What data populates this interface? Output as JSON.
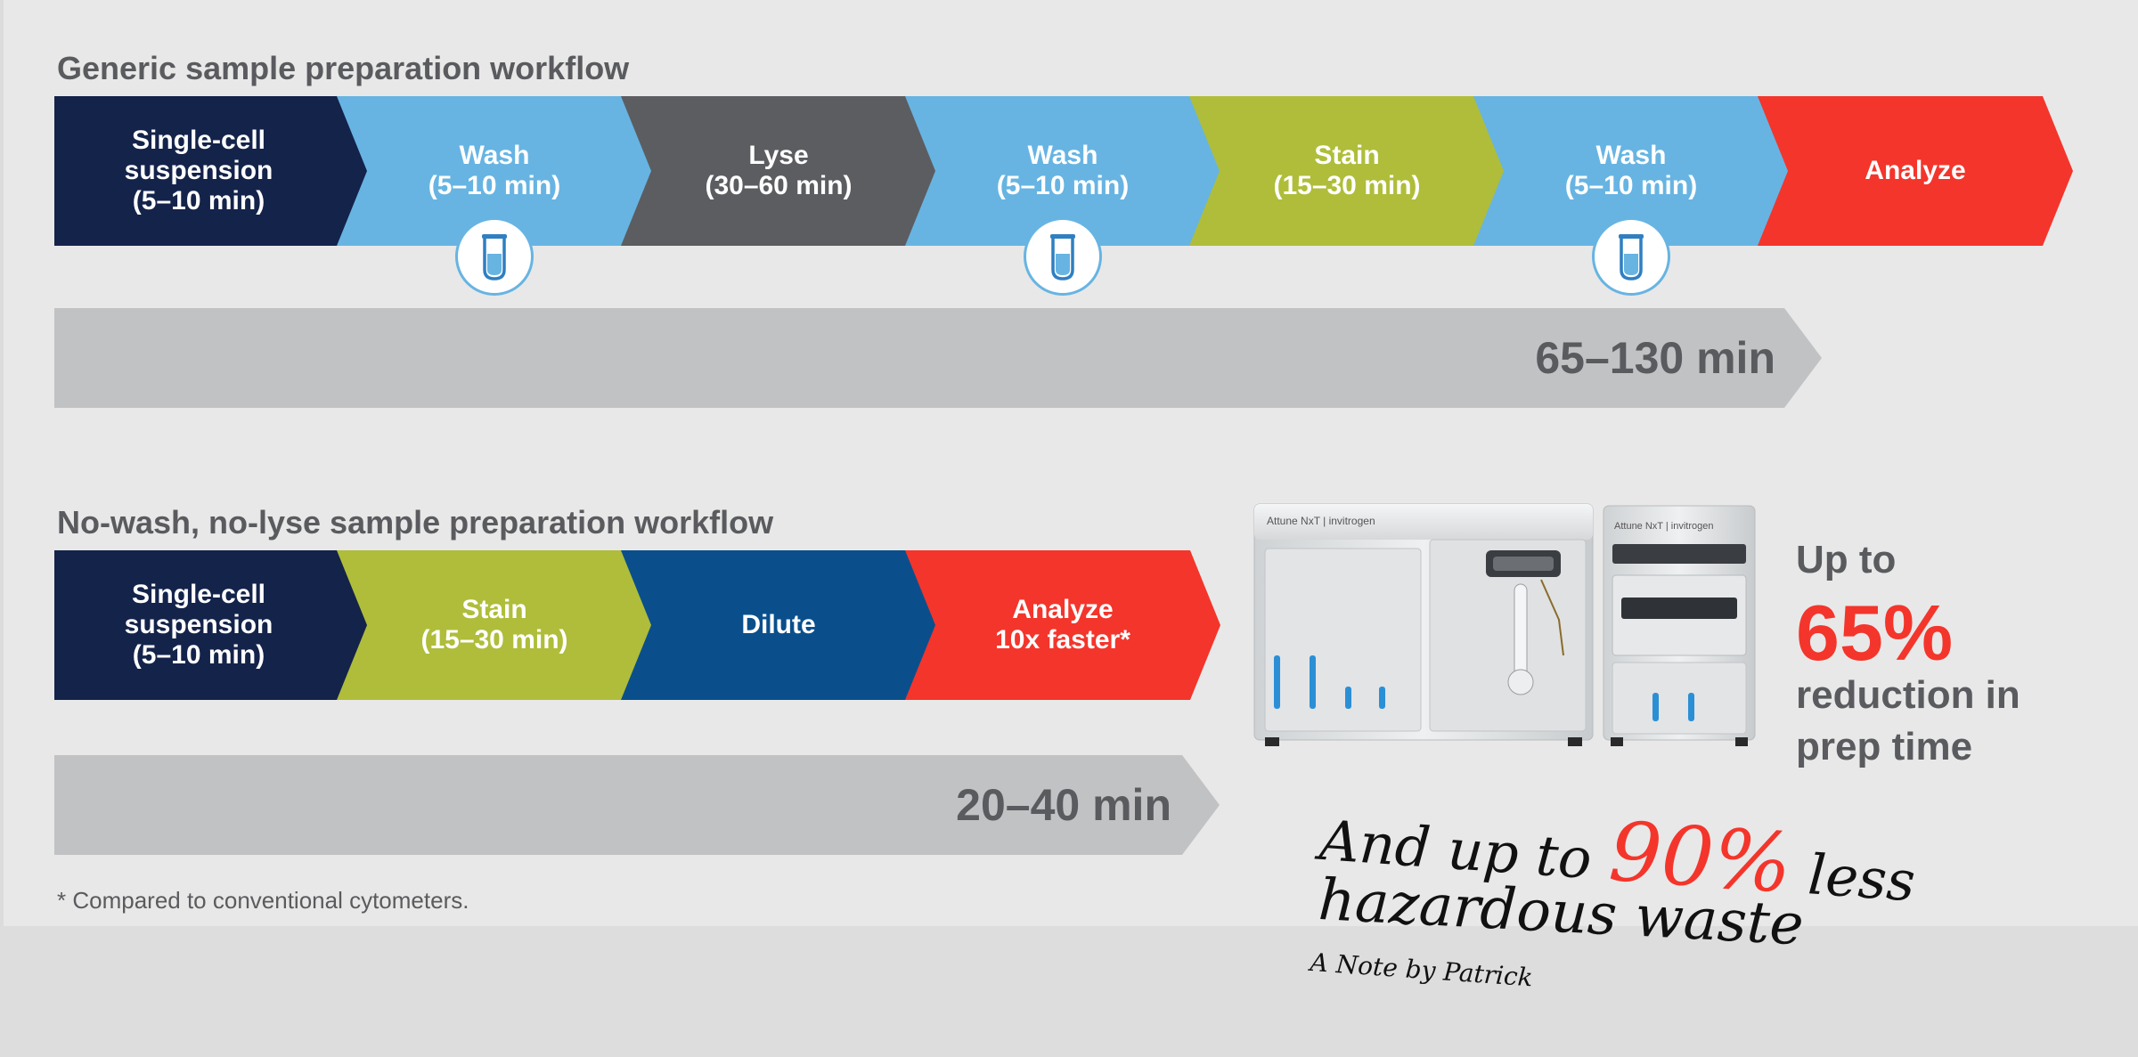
{
  "generic": {
    "title": "Generic sample preparation workflow",
    "steps": [
      {
        "label": "Single-cell\nsuspension\n(5–10 min)",
        "color": "#14234a"
      },
      {
        "label": "Wash\n(5–10 min)",
        "color": "#67b4e2"
      },
      {
        "label": "Lyse\n(30–60 min)",
        "color": "#5c5d61"
      },
      {
        "label": "Wash\n(5–10 min)",
        "color": "#67b4e2"
      },
      {
        "label": "Stain\n(15–30 min)",
        "color": "#afbd3a"
      },
      {
        "label": "Wash\n(5–10 min)",
        "color": "#67b4e2"
      },
      {
        "label": "Analyze",
        "color": "#f4352b"
      }
    ],
    "wash_icon": "test-tube-icon",
    "total_time": "65–130 min"
  },
  "nowash": {
    "title": "No-wash, no-lyse sample preparation workflow",
    "steps": [
      {
        "label": "Single-cell\nsuspension\n(5–10 min)",
        "color": "#14234a"
      },
      {
        "label": "Stain\n(15–30 min)",
        "color": "#afbd3a"
      },
      {
        "label": "Dilute",
        "color": "#0a4f8c"
      },
      {
        "label": "Analyze\n10x faster*",
        "color": "#f4352b"
      }
    ],
    "total_time": "20–40 min"
  },
  "footnote": "* Compared to conventional cytometers.",
  "instrument": {
    "brand_left": "Attune NxT | invitrogen",
    "brand_right": "Attune NxT | invitrogen"
  },
  "stat": {
    "line1": "Up to",
    "value": "65%",
    "line2": "reduction in",
    "line3": "prep time"
  },
  "note": {
    "part1": "And up to",
    "value": "90%",
    "part2": "less",
    "line2": "hazardous waste",
    "signature": "A Note by Patrick"
  }
}
